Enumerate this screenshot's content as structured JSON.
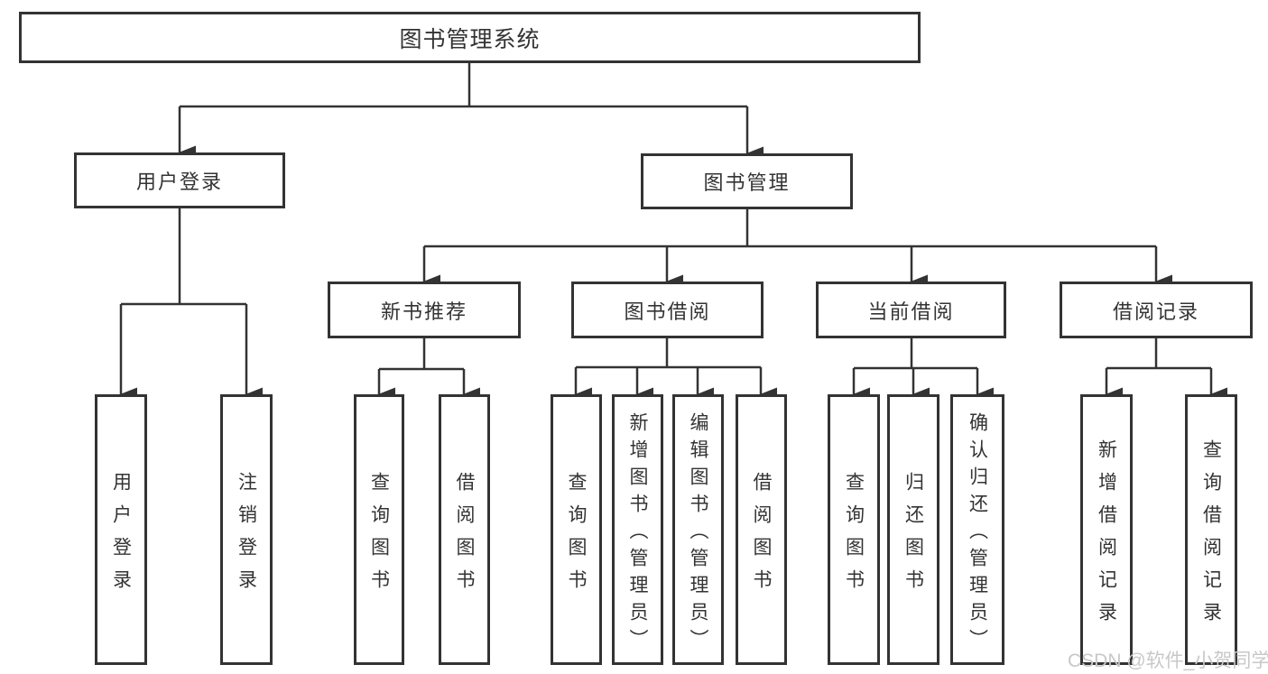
{
  "diagram": {
    "root": {
      "label": "图书管理系统"
    },
    "level2": [
      {
        "label": "用户登录"
      },
      {
        "label": "图书管理"
      }
    ],
    "level3": [
      {
        "label": "新书推荐"
      },
      {
        "label": "图书借阅"
      },
      {
        "label": "当前借阅"
      },
      {
        "label": "借阅记录"
      }
    ],
    "leaves": [
      {
        "label": "用户登录"
      },
      {
        "label": "注销登录"
      },
      {
        "label": "查询图书"
      },
      {
        "label": "借阅图书"
      },
      {
        "label": "查询图书"
      },
      {
        "label": "新增图书（管理员）"
      },
      {
        "label": "编辑图书（管理员）"
      },
      {
        "label": "借阅图书"
      },
      {
        "label": "查询图书"
      },
      {
        "label": "归还图书"
      },
      {
        "label": "确认归还（管理员）"
      },
      {
        "label": "新增借阅记录"
      },
      {
        "label": "查询借阅记录"
      }
    ]
  },
  "watermark": {
    "text": "CSDN @软件_小贺同学"
  },
  "colors": {
    "line": "#333333",
    "box_background": "#ffffff",
    "watermark_text": "#c8c8c8"
  }
}
